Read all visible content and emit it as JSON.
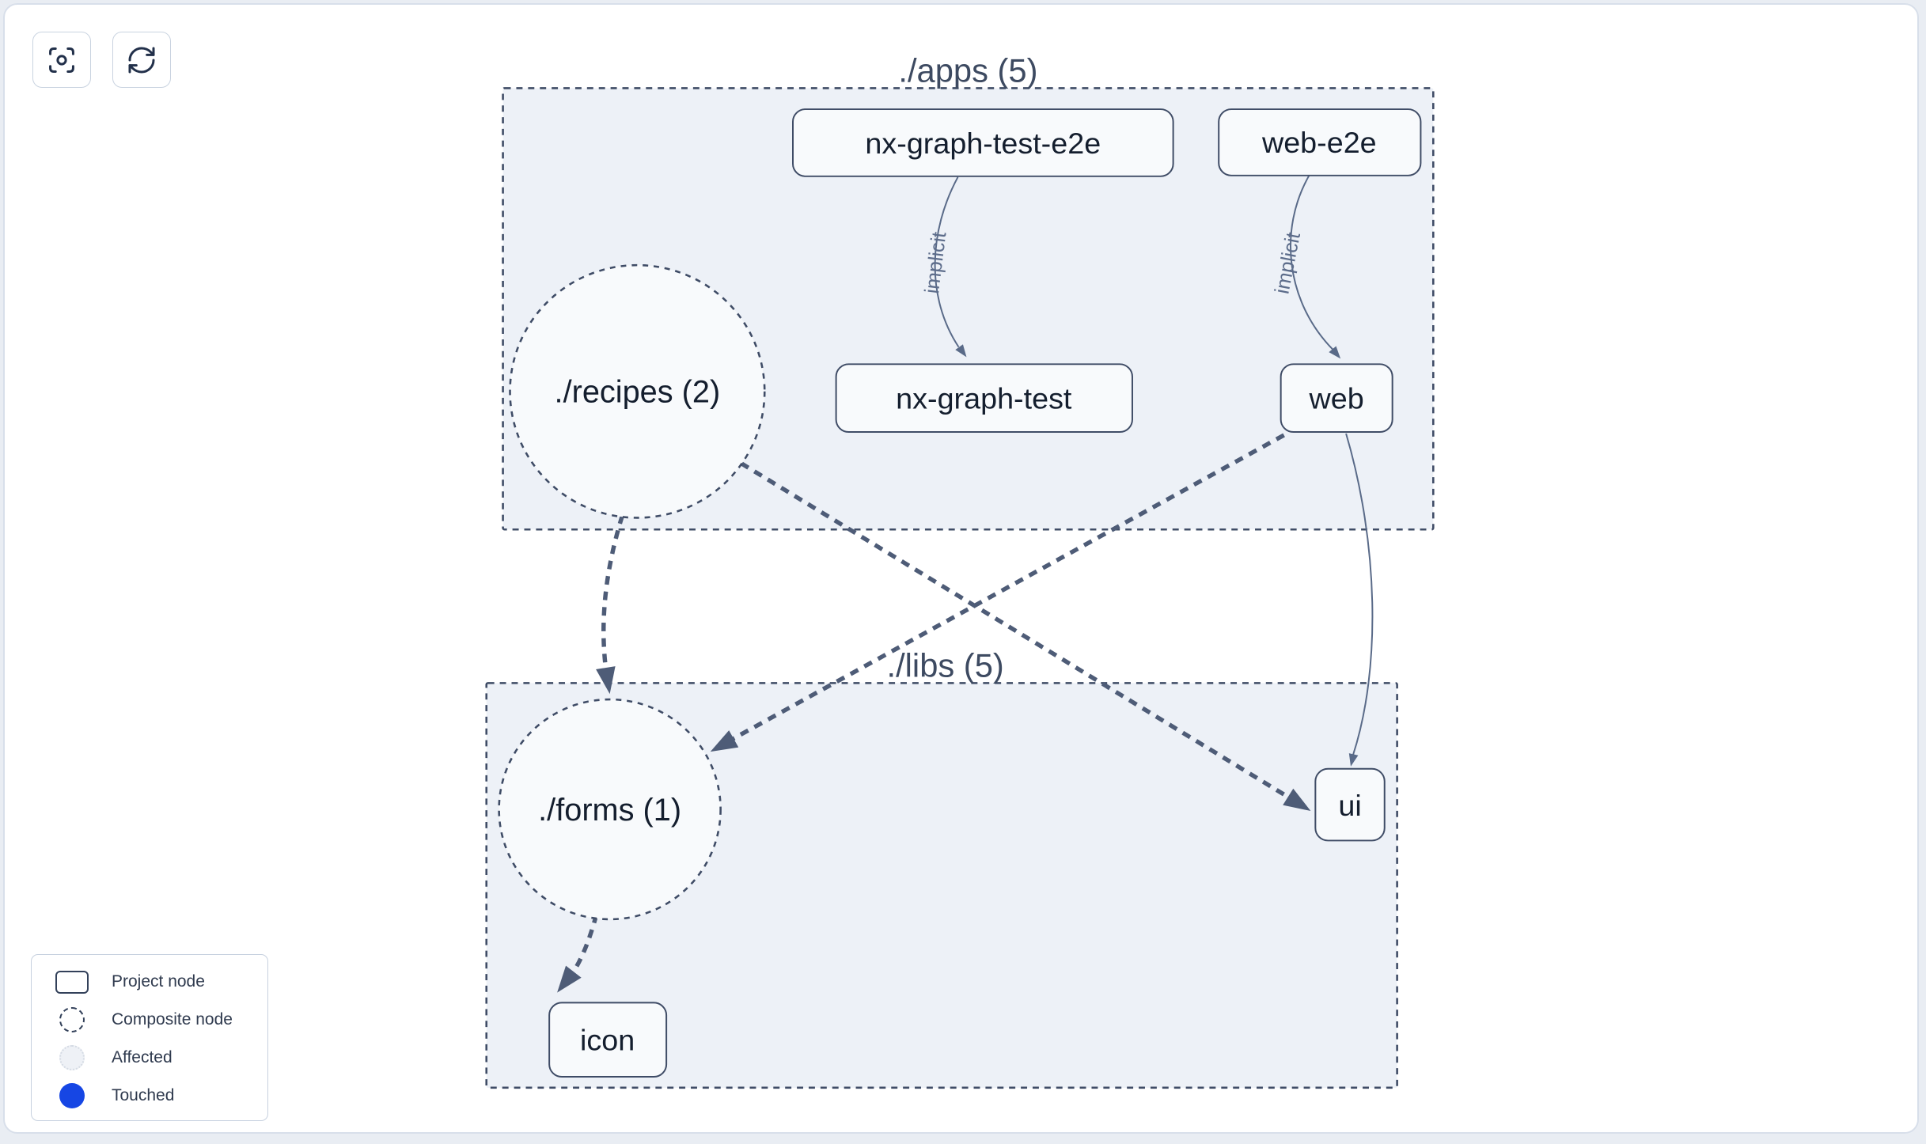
{
  "toolbar": {
    "buttons": [
      {
        "icon": "focus-icon"
      },
      {
        "icon": "refresh-icon"
      }
    ]
  },
  "clusters": {
    "apps": {
      "label": "./apps (5)"
    },
    "libs": {
      "label": "./libs (5)"
    }
  },
  "nodes": {
    "nx_graph_test_e2e": {
      "label": "nx-graph-test-e2e",
      "type": "project"
    },
    "web_e2e": {
      "label": "web-e2e",
      "type": "project"
    },
    "recipes": {
      "label": "./recipes (2)",
      "type": "composite"
    },
    "nx_graph_test": {
      "label": "nx-graph-test",
      "type": "project"
    },
    "web": {
      "label": "web",
      "type": "project"
    },
    "forms": {
      "label": "./forms (1)",
      "type": "composite"
    },
    "ui": {
      "label": "ui",
      "type": "project"
    },
    "icon": {
      "label": "icon",
      "type": "project"
    }
  },
  "edges": {
    "e1": {
      "from": "nx-graph-test-e2e",
      "to": "nx-graph-test",
      "label": "implicit",
      "style": "thin-solid"
    },
    "e2": {
      "from": "web-e2e",
      "to": "web",
      "label": "implicit",
      "style": "thin-solid"
    },
    "e3": {
      "from": "./recipes (2)",
      "to": "./forms (1)",
      "style": "thick-dashed"
    },
    "e4": {
      "from": "./recipes (2)",
      "to": "ui",
      "style": "thick-dashed"
    },
    "e5": {
      "from": "web",
      "to": "./forms (1)",
      "style": "thick-dashed"
    },
    "e6": {
      "from": "web",
      "to": "ui",
      "style": "thin-solid"
    },
    "e7": {
      "from": "./forms (1)",
      "to": "icon",
      "style": "thick-dashed"
    }
  },
  "legend": {
    "items": [
      {
        "label": "Project node"
      },
      {
        "label": "Composite node"
      },
      {
        "label": "Affected"
      },
      {
        "label": "Touched"
      }
    ]
  },
  "colors": {
    "cluster_fill": "#edf1f7",
    "cluster_stroke": "#3f4c66",
    "node_fill": "#f8fafc",
    "node_stroke": "#3f4c66",
    "thick_edge": "#4e5c77",
    "thin_edge": "#596a88",
    "touched_blue": "#1646e4",
    "panel_border": "#d8dfea"
  }
}
